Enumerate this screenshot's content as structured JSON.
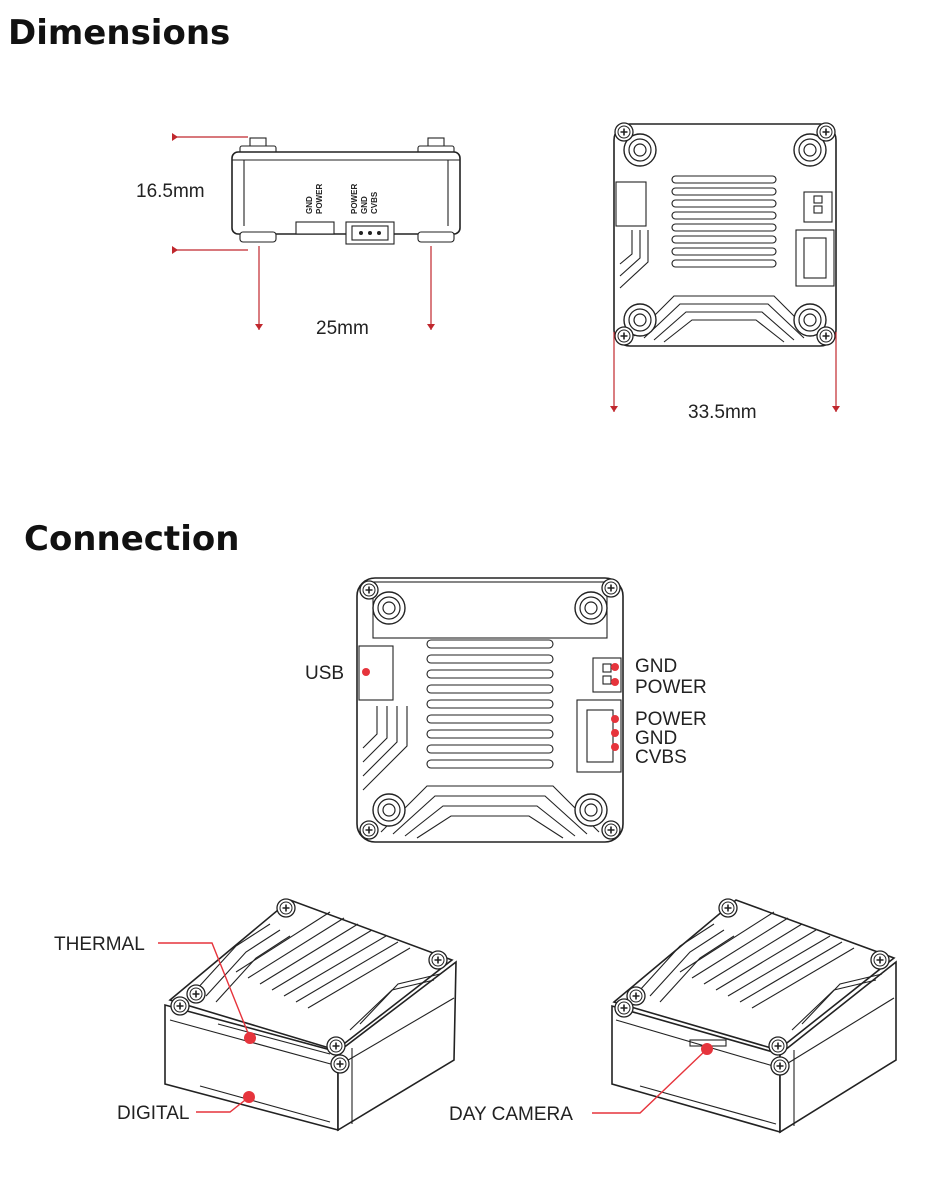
{
  "sections": {
    "dimensions": "Dimensions",
    "connection": "Connection"
  },
  "dimension_labels": {
    "height": "16.5mm",
    "side_width": "25mm",
    "top_width": "33.5mm"
  },
  "side_view_pins": {
    "group_a": [
      "GND",
      "POWER"
    ],
    "group_b": [
      "POWER",
      "GND",
      "CVBS"
    ]
  },
  "connection_labels": {
    "usb": "USB",
    "pins": [
      "GND",
      "POWER",
      "POWER",
      "GND",
      "CVBS"
    ],
    "thermal": "THERMAL",
    "digital": "DIGITAL",
    "day_camera": "DAY CAMERA"
  },
  "colors": {
    "accent": "#e6343c",
    "dimension_line": "#c0272d",
    "outline": "#222222"
  }
}
